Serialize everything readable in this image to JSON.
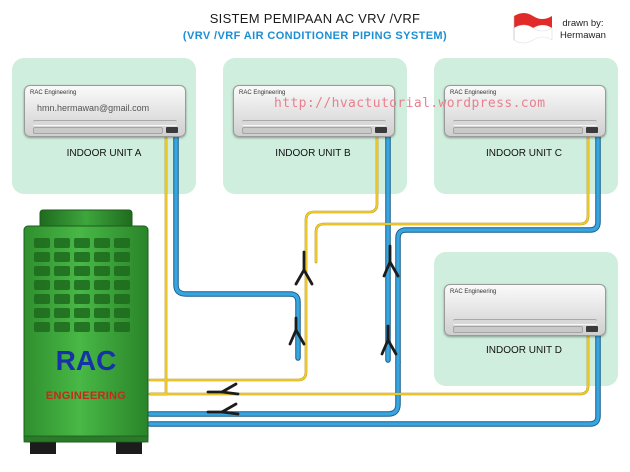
{
  "header": {
    "title": "SISTEM PEMIPAAN AC VRV /VRF",
    "subtitle": "(VRV /VRF AIR CONDITIONER PIPING SYSTEM)",
    "credit_line1": "drawn by:",
    "credit_line2": "Hermawan"
  },
  "flag_icon": "indonesia-flag-icon",
  "indoor_units": [
    {
      "label": "INDOOR UNIT A",
      "brand": "RAC Engineering",
      "note": "hmn.hermawan@gmail.com"
    },
    {
      "label": "INDOOR UNIT B",
      "brand": "RAC Engineering"
    },
    {
      "label": "INDOOR UNIT C",
      "brand": "RAC Engineering"
    },
    {
      "label": "INDOOR UNIT D",
      "brand": "RAC Engineering"
    }
  ],
  "url_watermark": "http://hvactutorial.wordpress.com",
  "outdoor_unit": {
    "name": "RAC",
    "subname": "ENGINEERING"
  },
  "colors": {
    "panel": "#cfeedd",
    "liquid_pipe": "#f2cd2a",
    "gas_pipe": "#2e9ad6",
    "outdoor_body": "#3eae3c",
    "title_blue": "#1b8fd3",
    "rac_blue": "#1532a8",
    "engineering_red": "#c62a1a"
  }
}
